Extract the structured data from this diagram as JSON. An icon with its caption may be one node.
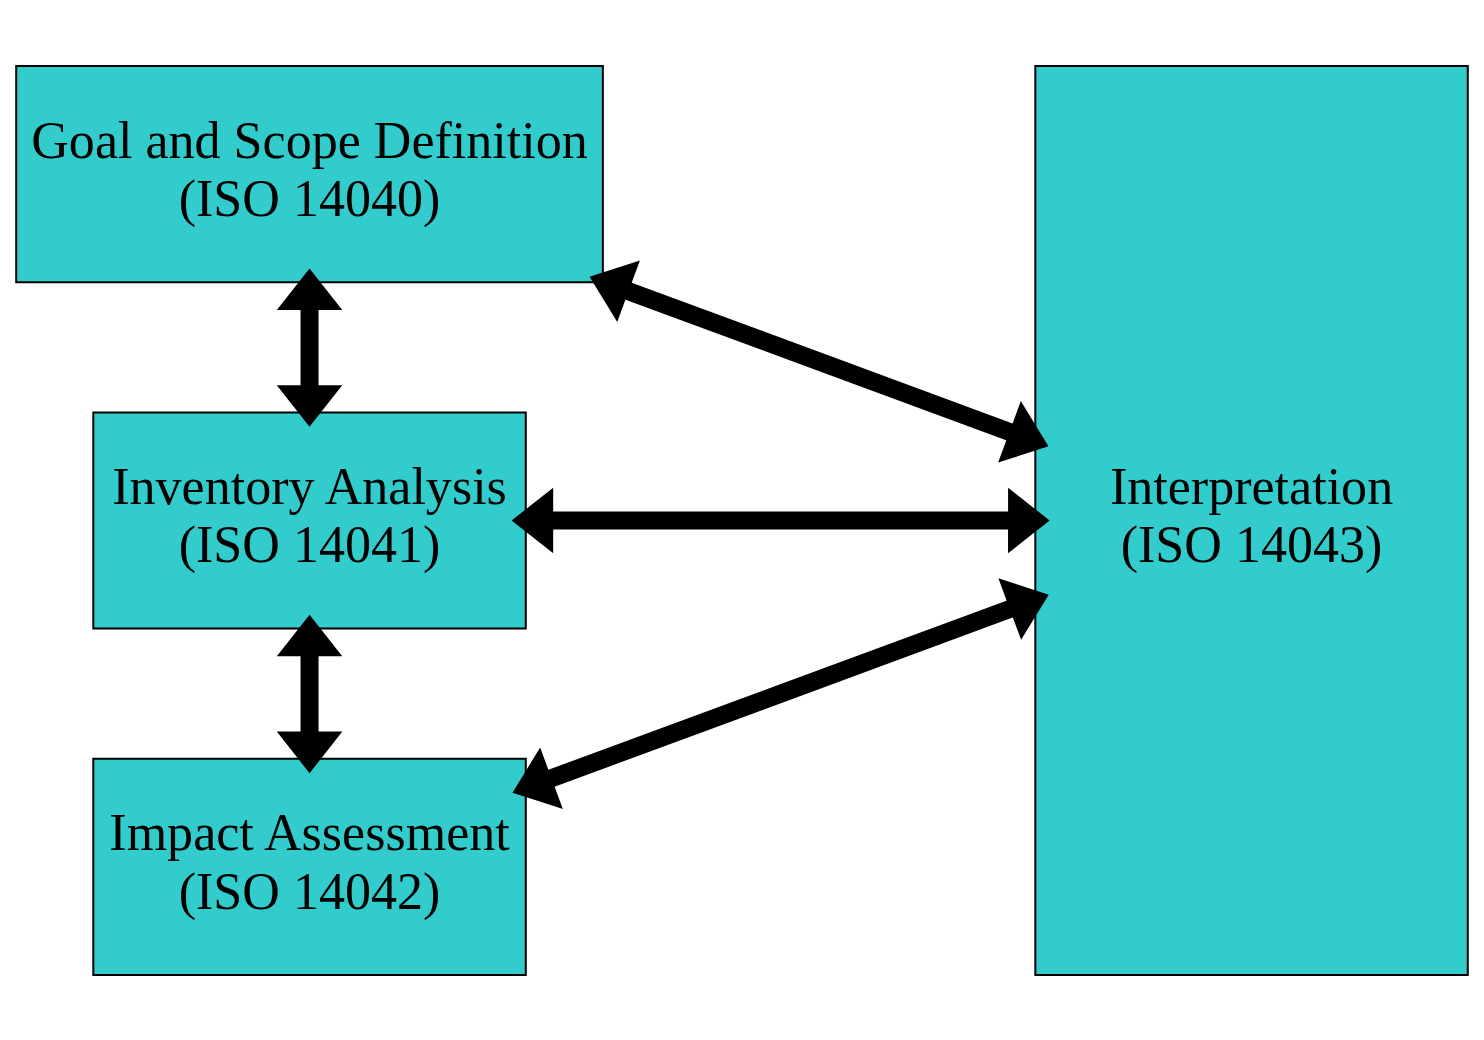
{
  "diagram": {
    "nodes": [
      {
        "text": [
          "Goal and Scope Definition",
          "(ISO 14040)"
        ]
      },
      {
        "text": [
          "Inventory Analysis",
          "(ISO 14041)"
        ]
      },
      {
        "text": [
          "Impact Assessment",
          "(ISO 14042)"
        ]
      },
      {
        "text": [
          "Interpretation",
          "(ISO 14043)"
        ]
      }
    ],
    "edges": [
      {
        "from": 0,
        "to": 3,
        "arrow": "both"
      },
      {
        "from": 0,
        "to": 1,
        "arrow": "both"
      },
      {
        "from": 1,
        "to": 3,
        "arrow": "both"
      },
      {
        "from": 1,
        "to": 2,
        "arrow": "both"
      },
      {
        "from": 2,
        "to": 3,
        "arrow": "both"
      }
    ]
  }
}
